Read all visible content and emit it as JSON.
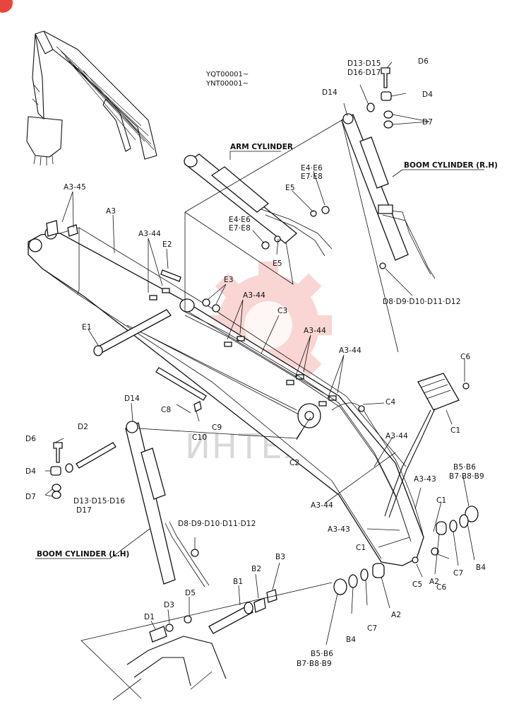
{
  "serial_numbers": [
    "YQT00001~",
    "YNT00001~"
  ],
  "watermark": "ИНТЕХ",
  "titles": {
    "arm_cylinder": "ARM CYLINDER",
    "boom_cylinder_rh": "BOOM CYLINDER (R.H)",
    "boom_cylinder_lh": "BOOM CYLINDER (L.H)"
  },
  "labels": {
    "a3_45": "A3-45",
    "a3": "A3",
    "a3_44_a": "A3-44",
    "e2": "E2",
    "e3": "E3",
    "a3_44_b": "A3-44",
    "c3": "C3",
    "a3_44_c": "A3-44",
    "a3_44_d": "A3-44",
    "e1": "E1",
    "e4_e6_top": "E4·E6",
    "e7_e8_top": "E7·E8",
    "e5_top": "E5",
    "e4_e6_mid": "E4·E6",
    "e7_e8_mid": "E7·E8",
    "e5_mid": "E5",
    "d14_top": "D14",
    "d13_d15_top": "D13·D15",
    "d16_d17_top": "D16·D17",
    "d6_top": "D6",
    "d4_top": "D4",
    "d7_top": "D7",
    "d8_d12_right": "D8·D9·D10·D11·D12",
    "c6_top": "C6",
    "c1_top": "C1",
    "c4": "C4",
    "c8": "C8",
    "c9": "C9",
    "c10": "C10",
    "c2": "C2",
    "a3_44_e": "A3-44",
    "a3_44_f": "A3-44",
    "a3_43_a": "A3-43",
    "a3_43_b": "A3-43",
    "c1_mid": "C1",
    "c1_low": "C1",
    "b5_b6_right": "B5·B6",
    "b7_b9_right": "B7·B8·B9",
    "a2_right": "A2",
    "c7_right": "C7",
    "b4_right": "B4",
    "c6_low": "C6",
    "c5": "C5",
    "d14_left": "D14",
    "d2": "D2",
    "d6_left": "D6",
    "d4_left": "D4",
    "d7_left": "D7",
    "d13_d16_left": "D13·D15·D16",
    "d17_left": "D17",
    "d8_d12_left": "D8·D9·D10·D11·D12",
    "b1": "B1",
    "b2": "B2",
    "b3": "B3",
    "d5": "D5",
    "d3": "D3",
    "d1": "D1",
    "a2_low": "A2",
    "c7_low": "C7",
    "b4_low": "B4",
    "b5_b6_low": "B5·B6",
    "b7_b9_low": "B7·B8·B9"
  }
}
